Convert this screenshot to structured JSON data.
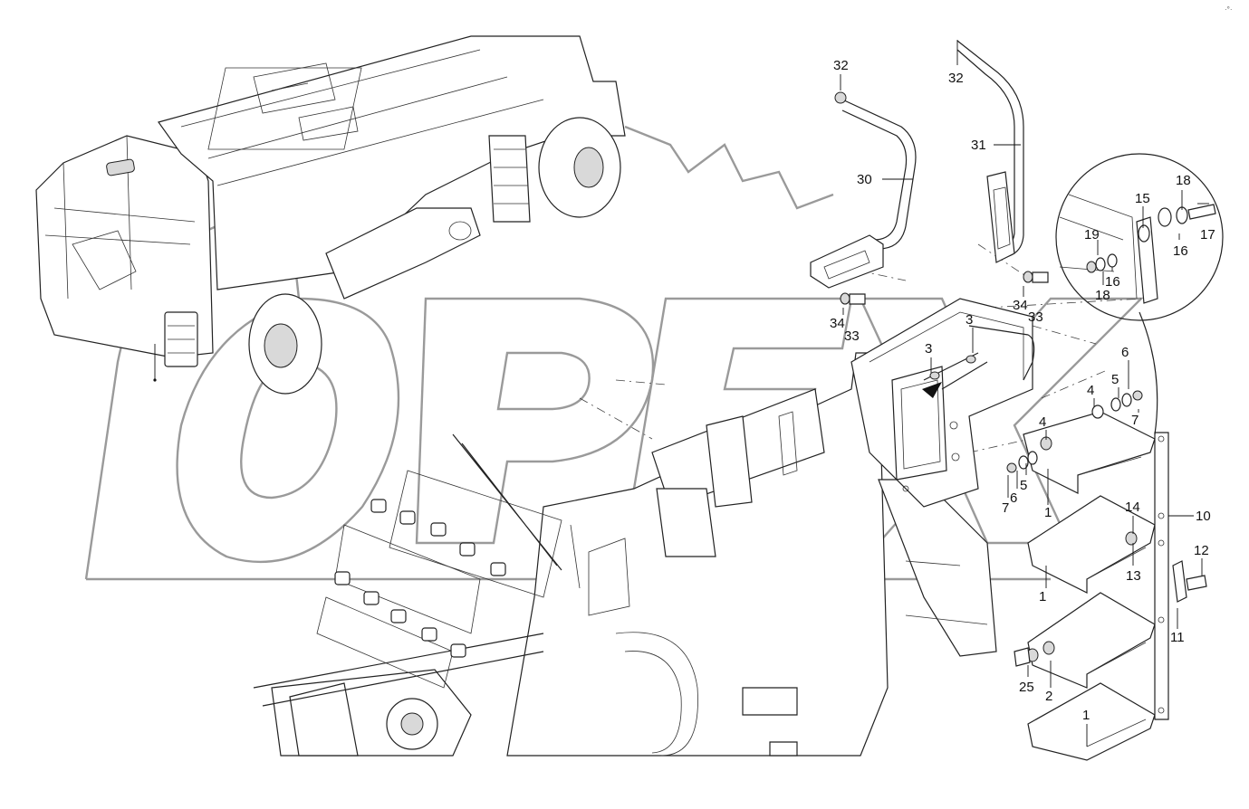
{
  "watermark": "OPEX",
  "corner_mark": "·°·",
  "callouts": {
    "c32a": "32",
    "c32b": "32",
    "c30": "30",
    "c31": "31",
    "c34a": "34",
    "c33a": "33",
    "c34b": "34",
    "c33b": "33",
    "c3a": "3",
    "c3b": "3",
    "c15": "15",
    "c18a": "18",
    "c17": "17",
    "c16a": "16",
    "c19": "19",
    "c16b": "16",
    "c18b": "18",
    "c4a": "4",
    "c6a": "6",
    "c5a": "5",
    "c7a": "7",
    "c4b": "4",
    "c5b": "5",
    "c6b": "6",
    "c7b": "7",
    "c1a": "1",
    "c10": "10",
    "c14": "14",
    "c13": "13",
    "c12": "12",
    "c1b": "1",
    "c11": "11",
    "c25": "25",
    "c2": "2",
    "c1c": "1"
  }
}
